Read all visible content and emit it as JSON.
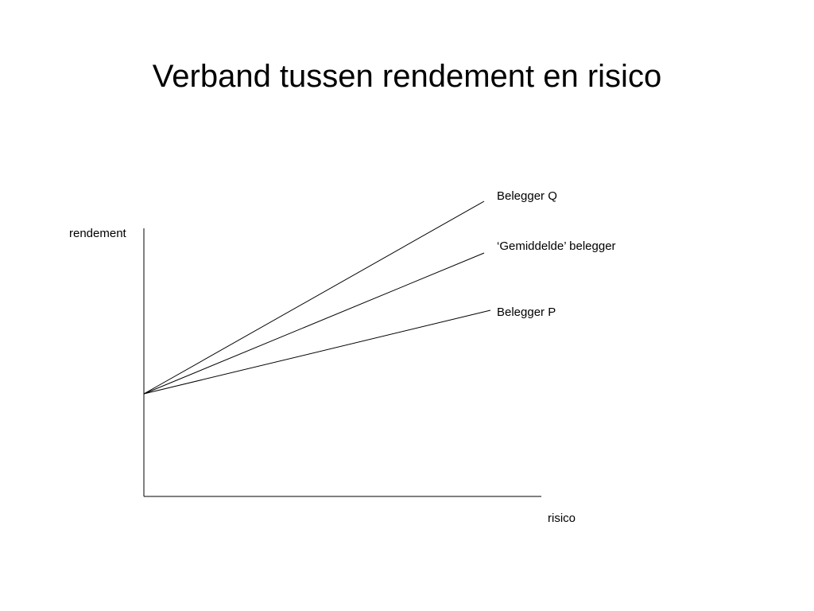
{
  "slide": {
    "title": "Verband tussen rendement en risico"
  },
  "axes": {
    "y_label": "rendement",
    "x_label": "risico"
  },
  "lines": [
    {
      "label": "Belegger Q"
    },
    {
      "label": "‘Gemiddelde’ belegger"
    },
    {
      "label": "Belegger P"
    }
  ]
}
